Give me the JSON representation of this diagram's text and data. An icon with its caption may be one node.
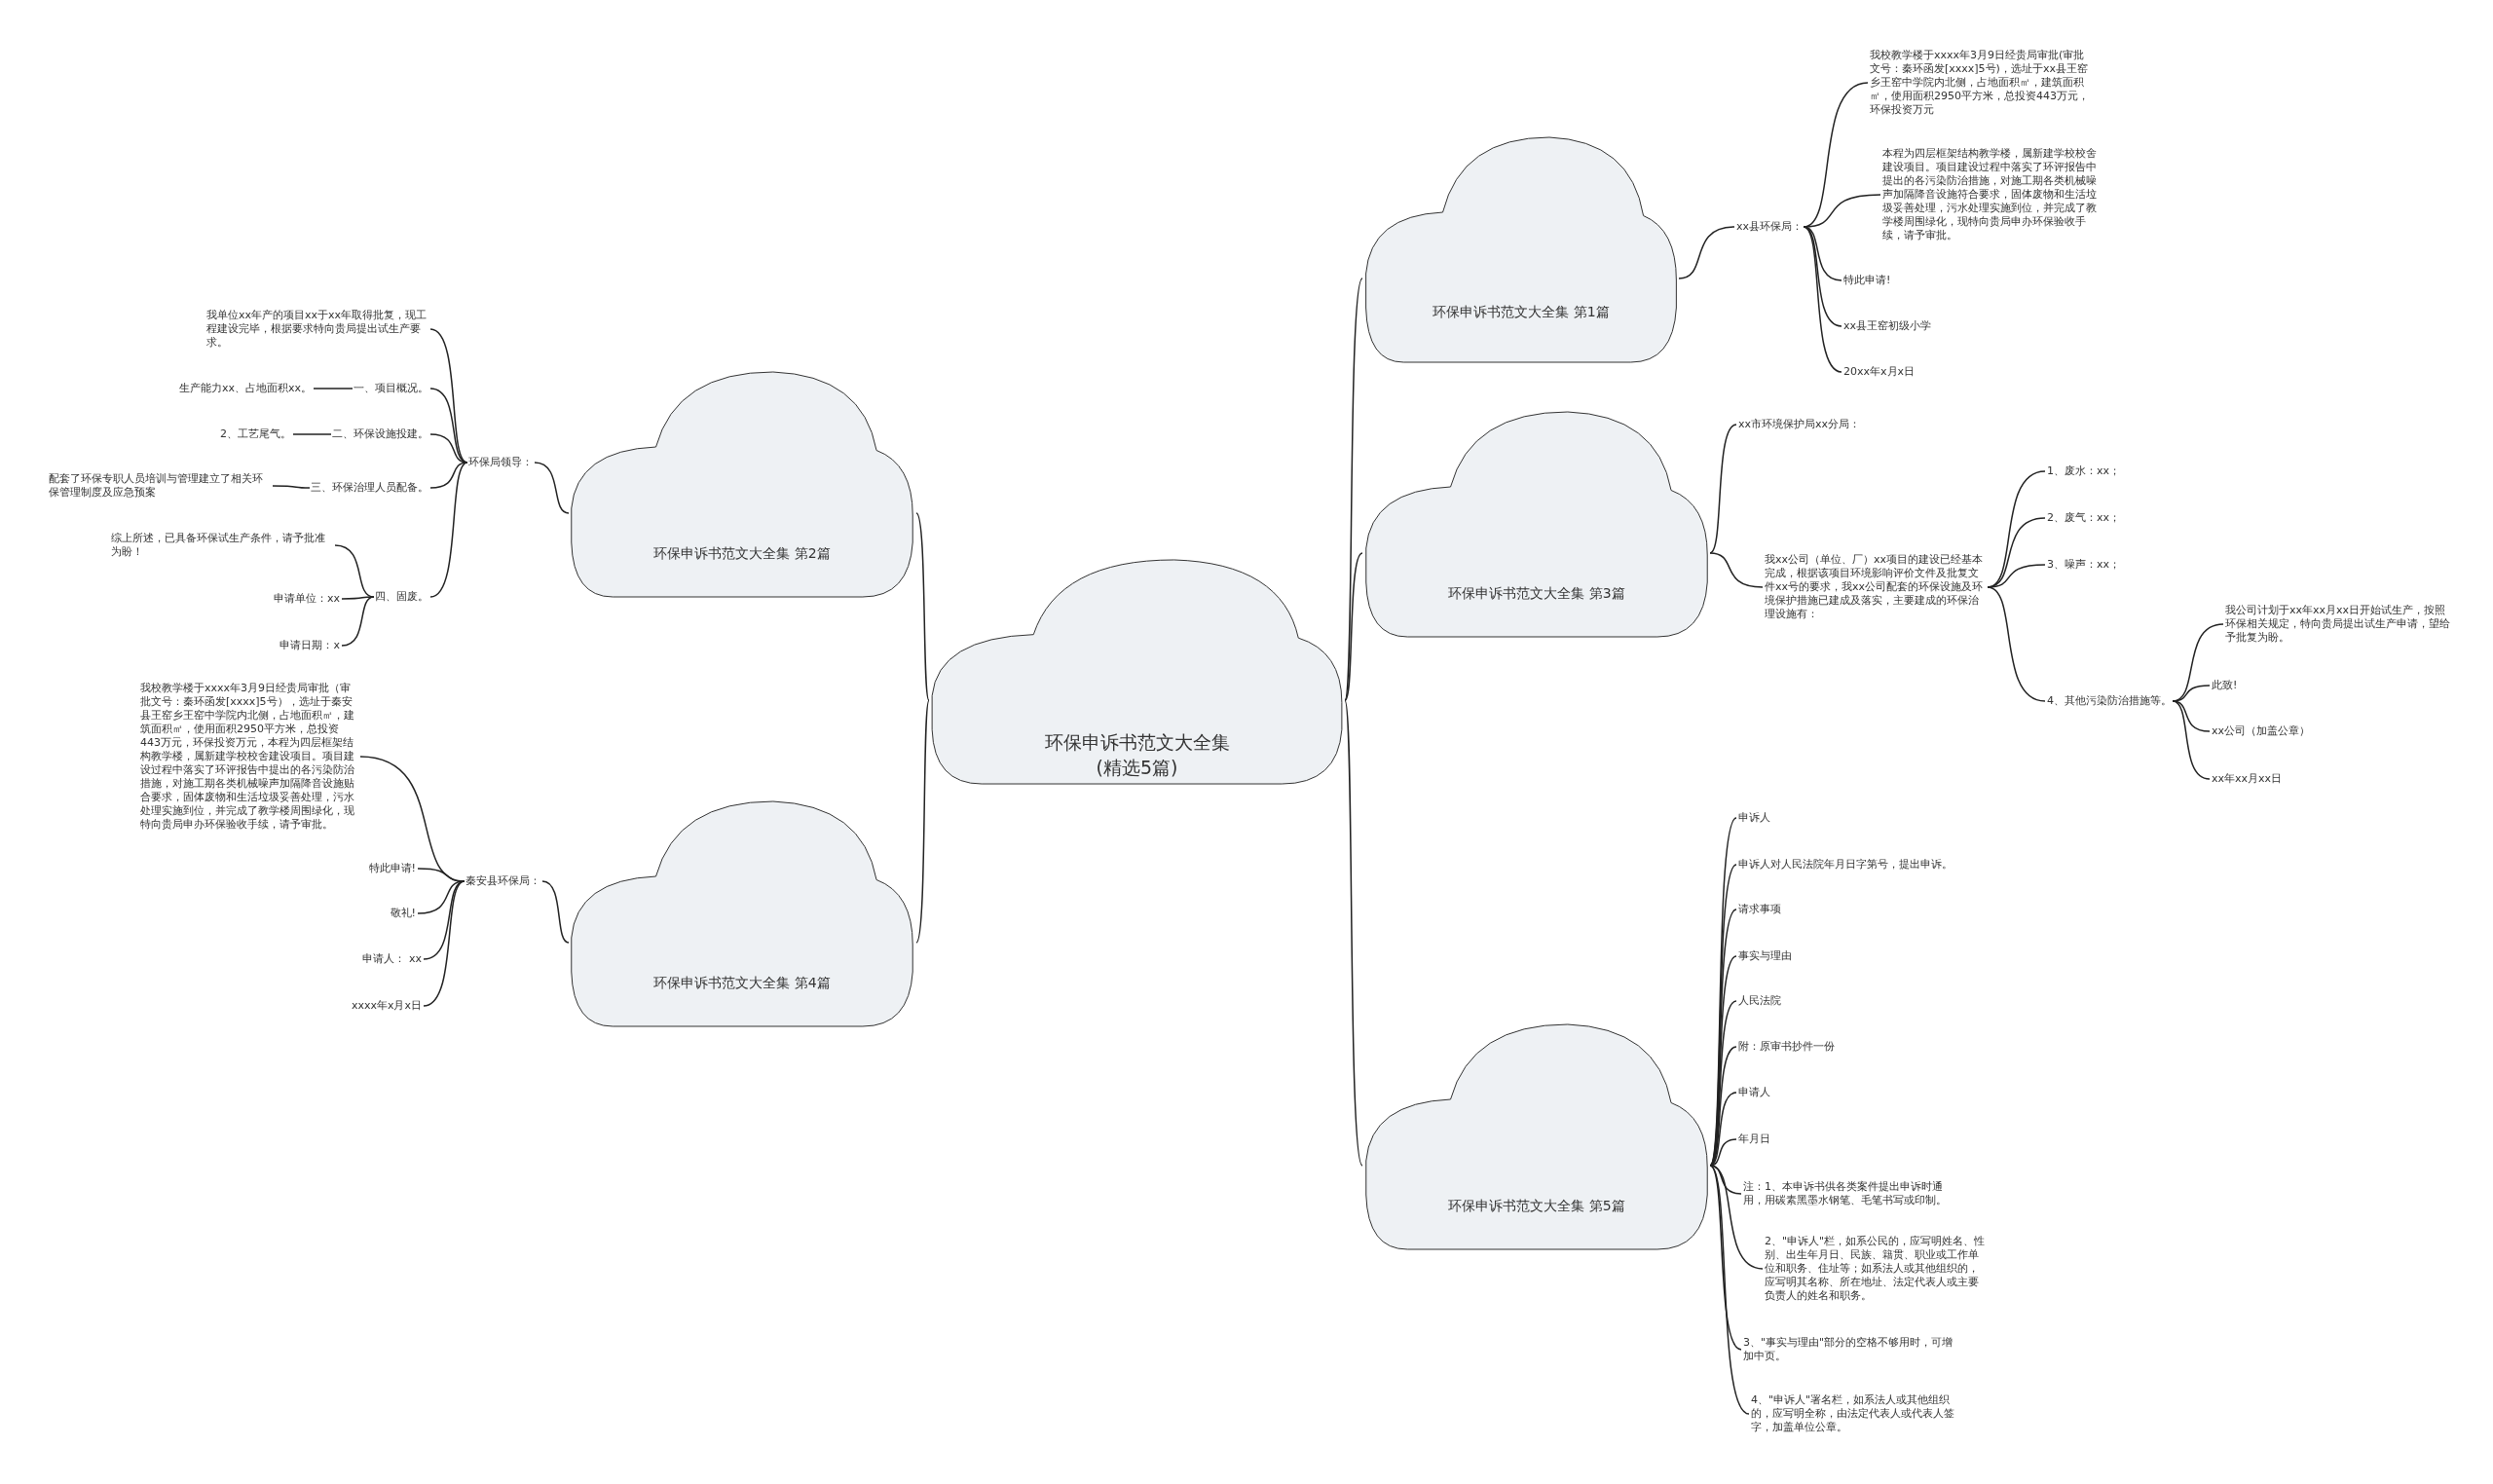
{
  "diagram": {
    "nodes": [
      {
        "text": [
          "环保申诉书范文大全集(精选5篇)"
        ]
      },
      {
        "text": [
          "环保申诉书范文大全集 第1篇"
        ]
      },
      {
        "text": [
          "xx县环保局："
        ]
      },
      {
        "text": [
          "我校教学楼于xxxx年3月9日经贵局审批(审批文号：秦环函发[xxxx]5号)，选址于xx县王窑乡王窑中学院内北侧，占地面积㎡，建筑面积㎡，使用面积2950平方米，总投资443万元，环保投资万元"
        ]
      },
      {
        "text": [
          "本程为四层框架结构教学楼，属新建学校校舍建设项目。项目建设过程中落实了环评报告中提出的各污染防治措施，对施工期各类机械噪声加隔降音设施符合要求，固体废物和生活垃圾妥善处理，污水处理实施到位，并完成了教学楼周围绿化，现特向贵局申办环保验收手续，请予审批。"
        ]
      },
      {
        "text": [
          "特此申请!"
        ]
      },
      {
        "text": [
          "xx县王窑初级小学"
        ]
      },
      {
        "text": [
          "20xx年x月x日"
        ]
      },
      {
        "text": [
          "环保申诉书范文大全集 第2篇"
        ]
      },
      {
        "text": [
          "环保局领导："
        ]
      },
      {
        "text": [
          "我单位xx年产的项目xx于xx年取得批复，现工程建设完毕，根据要求特向贵局提出试生产要求。"
        ]
      },
      {
        "text": [
          "一、项目概况。"
        ]
      },
      {
        "text": [
          "生产能力xx、占地面积xx。"
        ]
      },
      {
        "text": [
          "二、环保设施投建。"
        ]
      },
      {
        "text": [
          "2、工艺尾气。"
        ]
      },
      {
        "text": [
          "三、环保治理人员配备。"
        ]
      },
      {
        "text": [
          "配套了环保专职人员培训与管理建立了相关环保管理制度及应急预案"
        ]
      },
      {
        "text": [
          "四、固废。"
        ]
      },
      {
        "text": [
          "综上所述，已具备环保试生产条件，请予批准为盼！"
        ]
      },
      {
        "text": [
          "申请单位：xx"
        ]
      },
      {
        "text": [
          "申请日期：x"
        ]
      },
      {
        "text": [
          "环保申诉书范文大全集 第3篇"
        ]
      },
      {
        "text": [
          "xx市环境保护局xx分局："
        ]
      },
      {
        "text": [
          "我xx公司（单位、厂）xx项目的建设已经基本完成，根据该项目环境影响评价文件及批复文件xx号的要求，我xx公司配套的环保设施及环境保护措施已建成及落实，主要建成的环保治理设施有："
        ]
      },
      {
        "text": [
          "1、废水：xx；"
        ]
      },
      {
        "text": [
          "2、废气：xx；"
        ]
      },
      {
        "text": [
          "3、噪声：xx；"
        ]
      },
      {
        "text": [
          "4、其他污染防治措施等。"
        ]
      },
      {
        "text": [
          "我公司计划于xx年xx月xx日开始试生产，按照环保相关规定，特向贵局提出试生产申请，望给予批复为盼。"
        ]
      },
      {
        "text": [
          "此致!"
        ]
      },
      {
        "text": [
          "xx公司（加盖公章）"
        ]
      },
      {
        "text": [
          "xx年xx月xx日"
        ]
      },
      {
        "text": [
          "环保申诉书范文大全集 第4篇"
        ]
      },
      {
        "text": [
          "秦安县环保局："
        ]
      },
      {
        "text": [
          "我校教学楼于xxxx年3月9日经贵局审批（审批文号：秦环函发[xxxx]5号），选址于秦安县王窑乡王窑中学院内北侧，占地面积㎡，建筑面积㎡，使用面积2950平方米，总投资443万元，环保投资万元，本程为四层框架结构教学楼，属新建学校校舍建设项目。项目建设过程中落实了环评报告中提出的各污染防治措施，对施工期各类机械噪声加隔降音设施贴合要求，固体废物和生活垃圾妥善处理，污水处理实施到位，并完成了教学楼周围绿化，现特向贵局申办环保验收手续，请予审批。"
        ]
      },
      {
        "text": [
          "特此申请!"
        ]
      },
      {
        "text": [
          "敬礼!"
        ]
      },
      {
        "text": [
          "申请人： xx"
        ]
      },
      {
        "text": [
          "xxxx年x月x日"
        ]
      },
      {
        "text": [
          "环保申诉书范文大全集 第5篇"
        ]
      },
      {
        "text": [
          "申诉人"
        ]
      },
      {
        "text": [
          "申诉人对人民法院年月日字第号，提出申诉。"
        ]
      },
      {
        "text": [
          "请求事项"
        ]
      },
      {
        "text": [
          "事实与理由"
        ]
      },
      {
        "text": [
          "人民法院"
        ]
      },
      {
        "text": [
          "附：原审书抄件一份"
        ]
      },
      {
        "text": [
          "申请人"
        ]
      },
      {
        "text": [
          "年月日"
        ]
      },
      {
        "text": [
          "注：1、本申诉书供各类案件提出申诉时通用，用碳素黑墨水钢笔、毛笔书写或印制。"
        ]
      },
      {
        "text": [
          "2、\"申诉人\"栏，如系公民的，应写明姓名、性别、出生年月日、民族、籍贯、职业或工作单位和职务、住址等；如系法人或其他组织的，应写明其名称、所在地址、法定代表人或主要负责人的姓名和职务。"
        ]
      },
      {
        "text": [
          "3、\"事实与理由\"部分的空格不够用时，可增加中页。"
        ]
      },
      {
        "text": [
          "4、\"申诉人\"署名栏，如系法人或其他组织的，应写明全称，由法定代表人或代表人签字，加盖单位公章。"
        ]
      }
    ],
    "edges": [
      {
        "from": 0,
        "to": 1,
        "arrow": "none"
      },
      {
        "from": 0,
        "to": 8,
        "arrow": "none"
      },
      {
        "from": 0,
        "to": 21,
        "arrow": "none"
      },
      {
        "from": 0,
        "to": 32,
        "arrow": "none"
      },
      {
        "from": 0,
        "to": 39,
        "arrow": "none"
      },
      {
        "from": 1,
        "to": 2,
        "arrow": "none"
      },
      {
        "from": 2,
        "to": 3,
        "arrow": "none"
      },
      {
        "from": 2,
        "to": 4,
        "arrow": "none"
      },
      {
        "from": 2,
        "to": 5,
        "arrow": "none"
      },
      {
        "from": 2,
        "to": 6,
        "arrow": "none"
      },
      {
        "from": 2,
        "to": 7,
        "arrow": "none"
      },
      {
        "from": 8,
        "to": 9,
        "arrow": "none"
      },
      {
        "from": 9,
        "to": 10,
        "arrow": "none"
      },
      {
        "from": 9,
        "to": 11,
        "arrow": "none"
      },
      {
        "from": 9,
        "to": 13,
        "arrow": "none"
      },
      {
        "from": 9,
        "to": 15,
        "arrow": "none"
      },
      {
        "from": 9,
        "to": 17,
        "arrow": "none"
      },
      {
        "from": 11,
        "to": 12,
        "arrow": "none"
      },
      {
        "from": 13,
        "to": 14,
        "arrow": "none"
      },
      {
        "from": 15,
        "to": 16,
        "arrow": "none"
      },
      {
        "from": 17,
        "to": 18,
        "arrow": "none"
      },
      {
        "from": 17,
        "to": 19,
        "arrow": "none"
      },
      {
        "from": 17,
        "to": 20,
        "arrow": "none"
      },
      {
        "from": 21,
        "to": 22,
        "arrow": "none"
      },
      {
        "from": 21,
        "to": 23,
        "arrow": "none"
      },
      {
        "from": 23,
        "to": 24,
        "arrow": "none"
      },
      {
        "from": 23,
        "to": 25,
        "arrow": "none"
      },
      {
        "from": 23,
        "to": 26,
        "arrow": "none"
      },
      {
        "from": 23,
        "to": 27,
        "arrow": "none"
      },
      {
        "from": 27,
        "to": 28,
        "arrow": "none"
      },
      {
        "from": 27,
        "to": 29,
        "arrow": "none"
      },
      {
        "from": 27,
        "to": 30,
        "arrow": "none"
      },
      {
        "from": 27,
        "to": 31,
        "arrow": "none"
      },
      {
        "from": 32,
        "to": 33,
        "arrow": "none"
      },
      {
        "from": 33,
        "to": 34,
        "arrow": "none"
      },
      {
        "from": 33,
        "to": 35,
        "arrow": "none"
      },
      {
        "from": 33,
        "to": 36,
        "arrow": "none"
      },
      {
        "from": 33,
        "to": 37,
        "arrow": "none"
      },
      {
        "from": 33,
        "to": 38,
        "arrow": "none"
      },
      {
        "from": 39,
        "to": 40,
        "arrow": "none"
      },
      {
        "from": 39,
        "to": 41,
        "arrow": "none"
      },
      {
        "from": 39,
        "to": 42,
        "arrow": "none"
      },
      {
        "from": 39,
        "to": 43,
        "arrow": "none"
      },
      {
        "from": 39,
        "to": 44,
        "arrow": "none"
      },
      {
        "from": 39,
        "to": 45,
        "arrow": "none"
      },
      {
        "from": 39,
        "to": 46,
        "arrow": "none"
      },
      {
        "from": 39,
        "to": 47,
        "arrow": "none"
      },
      {
        "from": 39,
        "to": 48,
        "arrow": "none"
      },
      {
        "from": 39,
        "to": 49,
        "arrow": "none"
      },
      {
        "from": 39,
        "to": 50,
        "arrow": "none"
      },
      {
        "from": 39,
        "to": 51,
        "arrow": "none"
      }
    ]
  }
}
